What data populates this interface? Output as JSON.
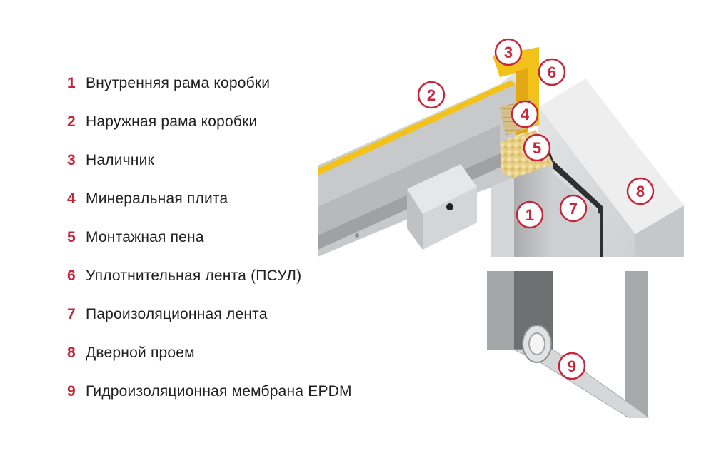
{
  "legend": [
    {
      "num": "1",
      "label": "Внутренняя рама коробки"
    },
    {
      "num": "2",
      "label": "Наружная рама коробки"
    },
    {
      "num": "3",
      "label": "Наличник"
    },
    {
      "num": "4",
      "label": "Минеральная плита"
    },
    {
      "num": "5",
      "label": "Монтажная пена"
    },
    {
      "num": "6",
      "label": "Уплотнительная лента (ПСУЛ)"
    },
    {
      "num": "7",
      "label": "Пароизоляционная лента"
    },
    {
      "num": "8",
      "label": "Дверной проем"
    },
    {
      "num": "9",
      "label": "Гидроизоляционная мембрана EPDM"
    }
  ],
  "callouts": {
    "c1": "1",
    "c2": "2",
    "c3": "3",
    "c4": "4",
    "c5": "5",
    "c6": "6",
    "c7": "7",
    "c8": "8",
    "c9": "9"
  },
  "colors": {
    "accent": "#c8243a",
    "tape_yellow": "#f3c21a",
    "frame_gray": "#c9cbcd",
    "wall_gray": "#d9dadb",
    "foam": "#e8d18a"
  }
}
